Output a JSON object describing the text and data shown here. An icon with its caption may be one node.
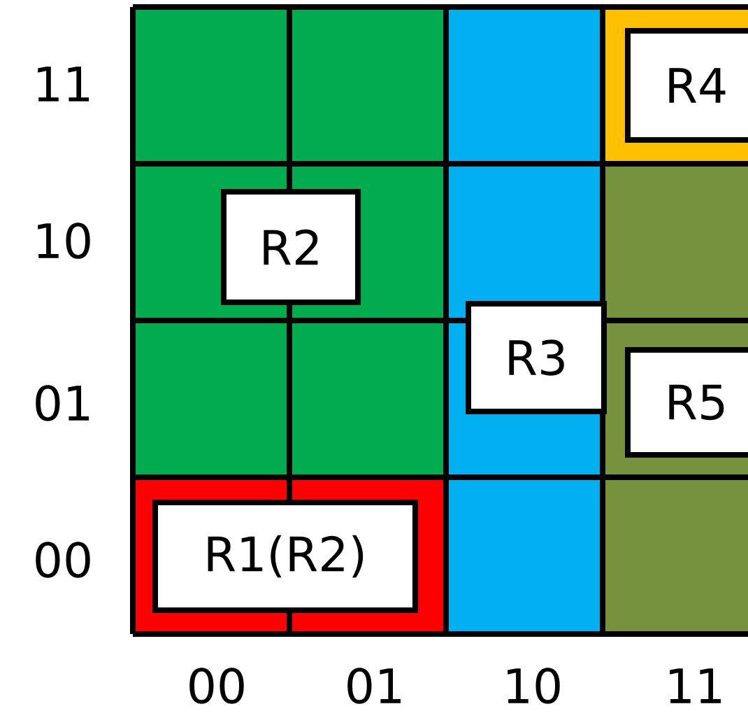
{
  "diagram": {
    "nodes": [
      {
        "text": [
          "R4"
        ]
      },
      {
        "text": [
          "R2"
        ]
      },
      {
        "text": [
          "R3"
        ]
      },
      {
        "text": [
          "R5"
        ]
      },
      {
        "text": [
          "R1(R2)"
        ]
      }
    ],
    "labels": [
      "11",
      "10",
      "01",
      "00",
      "00",
      "01",
      "10",
      "11"
    ]
  }
}
